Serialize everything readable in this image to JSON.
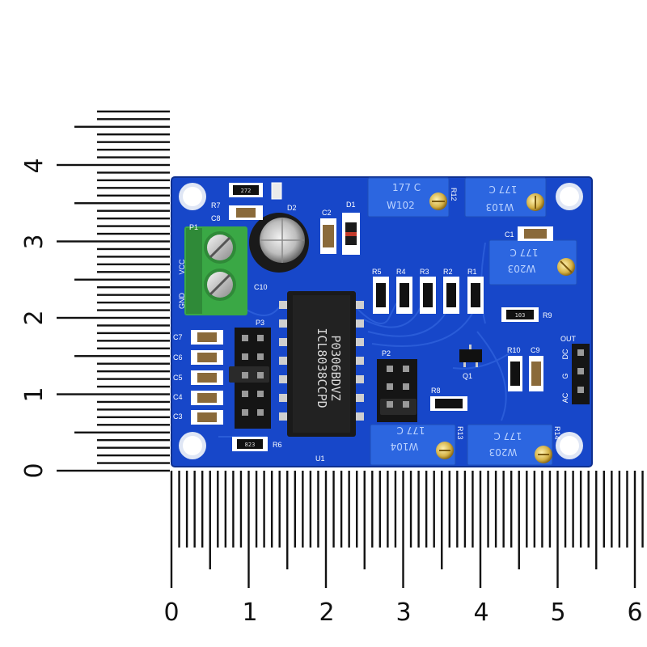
{
  "scene": {
    "ruler_vertical_numbers": [
      "0",
      "1",
      "2",
      "3",
      "4"
    ],
    "ruler_horizontal_numbers": [
      "0",
      "1",
      "2",
      "3",
      "4",
      "5",
      "6"
    ],
    "colors": {
      "pcb": "#1747c9",
      "pot": "#2c66e0",
      "terminal": "#3aa845",
      "chip": "#1a1a1a",
      "ruler": "#111111"
    }
  },
  "labels": {
    "vcc": "VCC",
    "gnd": "GND",
    "out": "OUT",
    "ac": "AC",
    "g": "G",
    "dc": "DC",
    "p1": "P1",
    "p2": "P2",
    "p3": "P3",
    "c1": "C1",
    "c2": "C2",
    "c3": "C3",
    "c4": "C4",
    "c5": "C5",
    "c6": "C6",
    "c7": "C7",
    "c8": "C8",
    "c9": "C9",
    "c10": "C10",
    "d1": "D1",
    "d2": "D2",
    "r1": "R1",
    "r2": "R2",
    "r3": "R3",
    "r4": "R4",
    "r5": "R5",
    "r6": "R6",
    "r7": "R7",
    "r8": "R8",
    "r9": "R9",
    "r10": "R10",
    "r12": "R12",
    "r13": "R13",
    "r14": "R14",
    "q1": "Q1",
    "u1": "U1"
  },
  "chip": {
    "line1": "ICL8038CCPD",
    "line2": "P0306BDVZ"
  },
  "pots": {
    "top_left": {
      "line1": "177 C",
      "line2": "W102"
    },
    "top_right": {
      "line1": "177 C",
      "line2": "W103"
    },
    "mid_right": {
      "line1": "177 C",
      "line2": "W203"
    },
    "bottom_left": {
      "line1": "177 C",
      "line2": "W104"
    },
    "bottom_right": {
      "line1": "177 C",
      "line2": "W203"
    }
  },
  "smd": {
    "r7": "272",
    "r6": "823",
    "r9": "103"
  }
}
